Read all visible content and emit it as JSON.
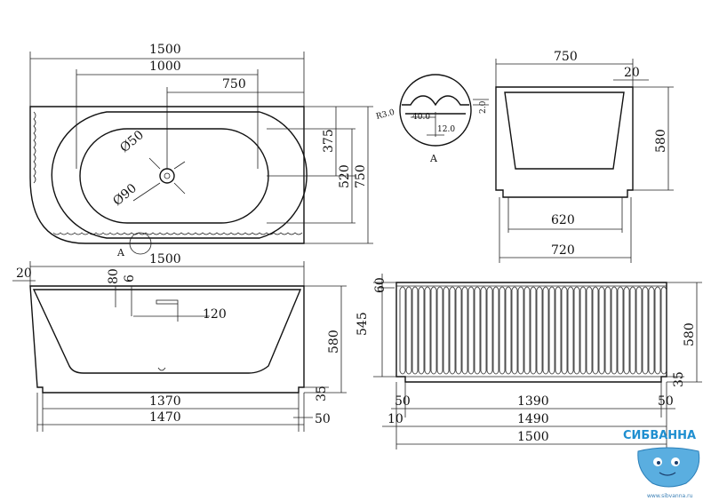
{
  "top_view": {
    "width_total": "1500",
    "width_inner": "1000",
    "center_offset": "750",
    "drain_diameter": "Ø50",
    "overflow_diameter": "Ø90",
    "depth_offset": "375",
    "basin_width": "520",
    "total_depth": "750",
    "detail_marker": "A"
  },
  "detail_a": {
    "radius": "R3.0",
    "pitch": "40.0",
    "groove": "12.0",
    "depth": "2.0",
    "label": "A"
  },
  "side_view_right": {
    "top_width": "750",
    "rim": "20",
    "height": "580",
    "base_inner": "620",
    "base_outer": "720"
  },
  "front_view_left": {
    "total_length": "1500",
    "left_offset": "20",
    "drain_height_1": "80",
    "drain_height_2": "6",
    "drain_offset": "120",
    "height": "580",
    "base_step": "35",
    "base_inner": "1370",
    "base_outer": "1470",
    "right_step": "50"
  },
  "front_view_right": {
    "top_band": "60",
    "panel_height": "545",
    "height": "580",
    "base_step": "35",
    "left_step": "50",
    "inner_length": "1390",
    "right_step": "50",
    "left_offset": "10",
    "mid_length": "1490",
    "total_length": "1500"
  },
  "logo": {
    "brand": "СИБВАННА",
    "url": "www.sibvanna.ru"
  }
}
